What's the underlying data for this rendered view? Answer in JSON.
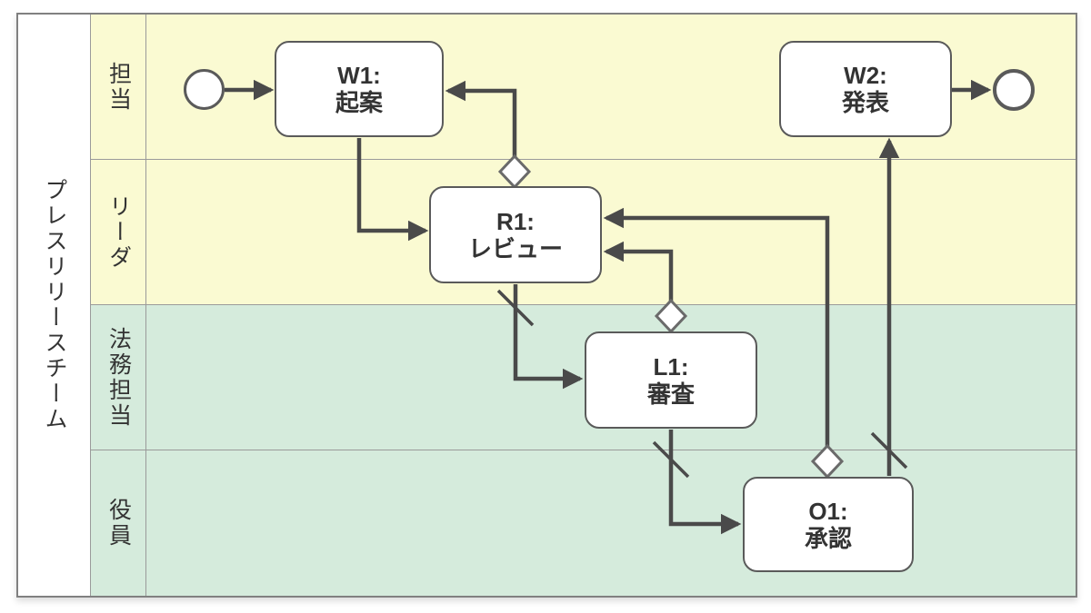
{
  "pool": {
    "label": "プレスリリースチーム"
  },
  "lanes": [
    {
      "id": "tanto",
      "label": "担当",
      "color": "#FAFAD2"
    },
    {
      "id": "leader",
      "label": "リーダ",
      "color": "#FAFAD2"
    },
    {
      "id": "homu",
      "label": "法務担当",
      "color": "#D5EBDC"
    },
    {
      "id": "yakuin",
      "label": "役員",
      "color": "#D5EBDC"
    }
  ],
  "nodes": {
    "start": {
      "type": "start-event",
      "lane": "担当"
    },
    "W1": {
      "line1": "W1:",
      "line2": "起案",
      "lane": "担当"
    },
    "R1": {
      "line1": "R1:",
      "line2": "レビュー",
      "lane": "リーダ"
    },
    "L1": {
      "line1": "L1:",
      "line2": "審査",
      "lane": "法務担当"
    },
    "O1": {
      "line1": "O1:",
      "line2": "承認",
      "lane": "役員"
    },
    "W2": {
      "line1": "W2:",
      "line2": "発表",
      "lane": "担当"
    },
    "end": {
      "type": "end-event",
      "lane": "担当"
    }
  },
  "flows": [
    {
      "from": "start",
      "to": "W1",
      "type": "normal"
    },
    {
      "from": "W1",
      "to": "R1",
      "type": "normal"
    },
    {
      "from": "R1",
      "to": "W1",
      "type": "conditional"
    },
    {
      "from": "R1",
      "to": "L1",
      "type": "default"
    },
    {
      "from": "L1",
      "to": "R1",
      "type": "conditional"
    },
    {
      "from": "L1",
      "to": "O1",
      "type": "default"
    },
    {
      "from": "O1",
      "to": "R1",
      "type": "conditional"
    },
    {
      "from": "O1",
      "to": "W2",
      "type": "default"
    },
    {
      "from": "W2",
      "to": "end",
      "type": "normal"
    }
  ],
  "colors": {
    "lane_yellow": "#FAFAD2",
    "lane_green": "#D5EBDC",
    "flow_line": "#4A4A4A",
    "node_border": "#5A5A5A",
    "lane_border": "#9A9A9A",
    "pool_border": "#808080",
    "text": "#333333",
    "node_fill": "#FFFFFF"
  }
}
